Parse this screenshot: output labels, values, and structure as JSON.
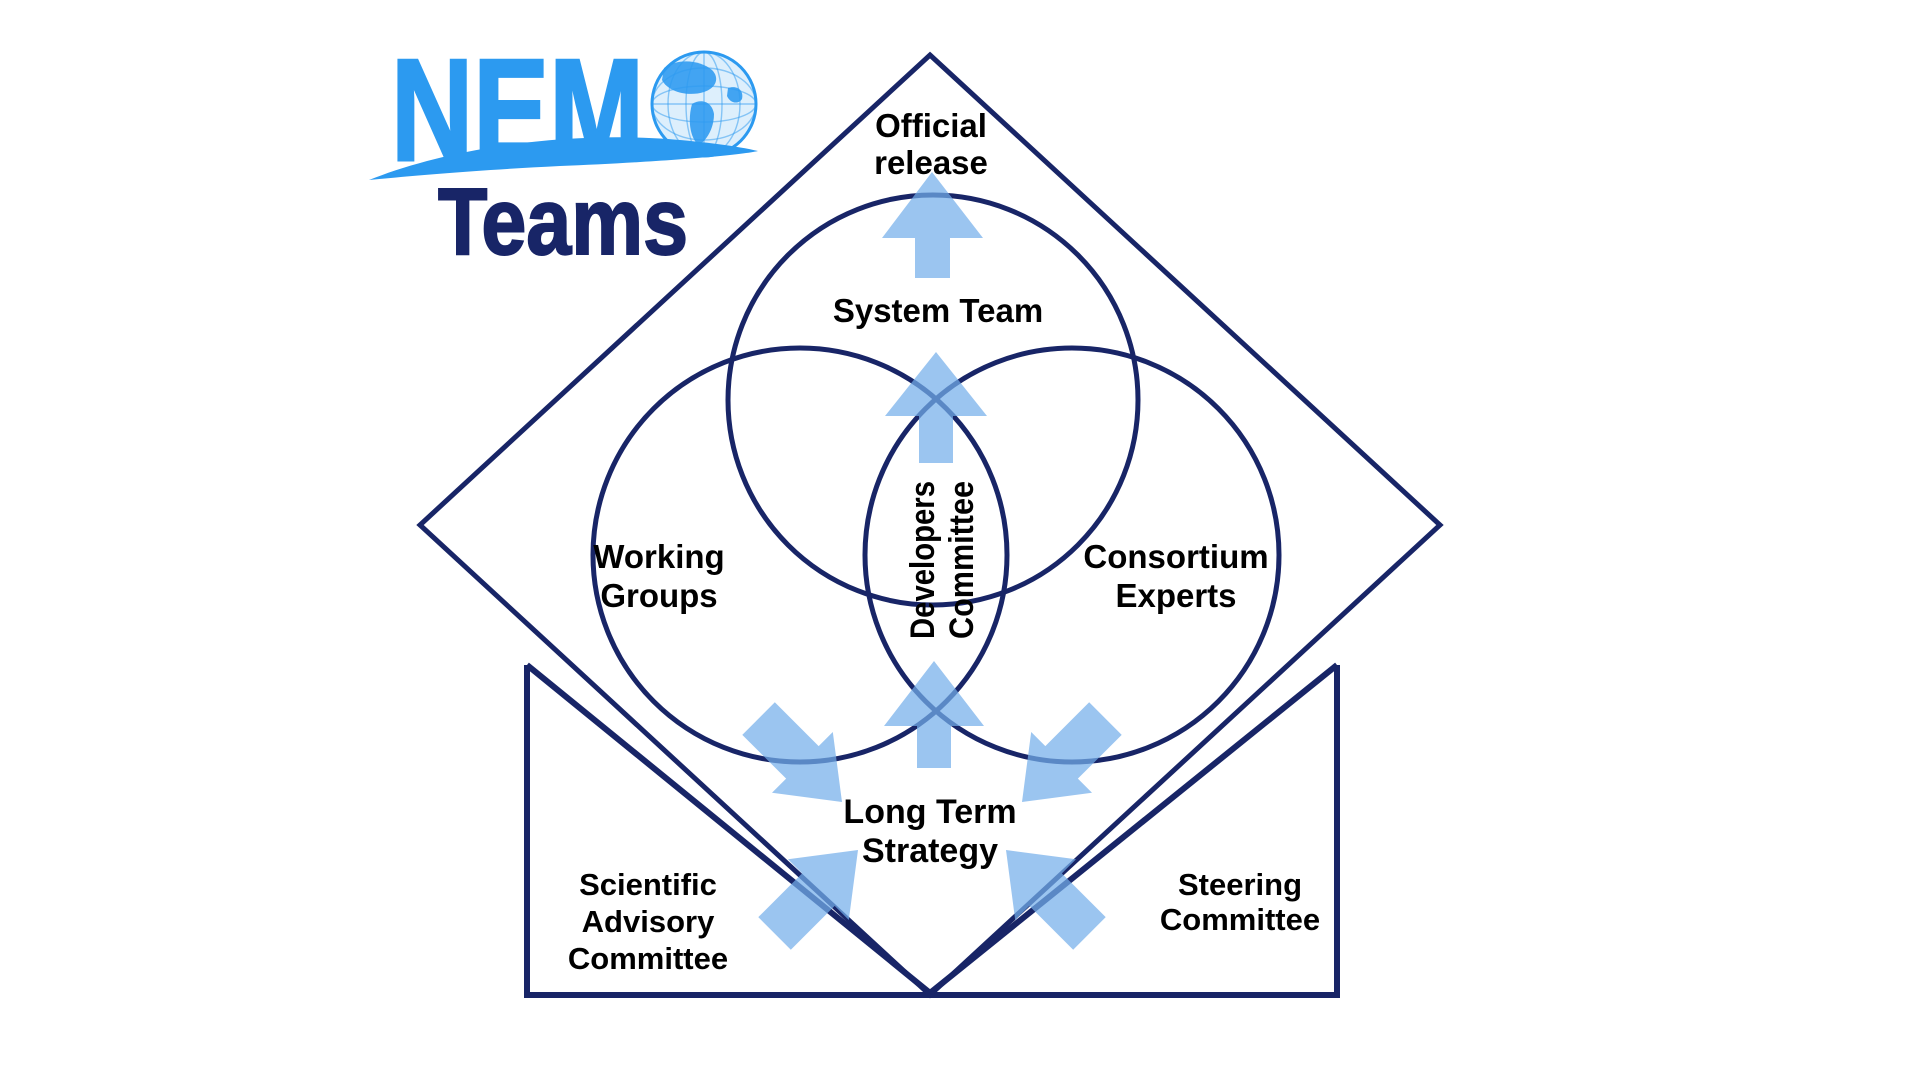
{
  "title": "NEMO Teams organisation diagram",
  "colors": {
    "navy": "#182567",
    "logo_blue": "#2C9AF0",
    "arrow_blue": "#75AEEA",
    "text_black": "#000000"
  },
  "logo": {
    "wordmark": "NEM",
    "globe_icon": "globe-icon (letter O of NEMO)",
    "subtitle": "Teams"
  },
  "nodes": {
    "official_release": {
      "lines": [
        "Official",
        "release"
      ]
    },
    "system_team": {
      "label": "System Team"
    },
    "working_groups": {
      "lines": [
        "Working",
        "Groups"
      ]
    },
    "consortium_experts": {
      "lines": [
        "Consortium",
        "Experts"
      ]
    },
    "developers_committee": {
      "lines": [
        "Developers",
        "Committee"
      ]
    },
    "long_term_strategy": {
      "lines": [
        "Long Term",
        "Strategy"
      ]
    },
    "scientific_advisory_committee": {
      "lines": [
        "Scientific",
        "Advisory",
        "Committee"
      ]
    },
    "steering_committee": {
      "lines": [
        "Steering",
        "Committee"
      ]
    }
  }
}
